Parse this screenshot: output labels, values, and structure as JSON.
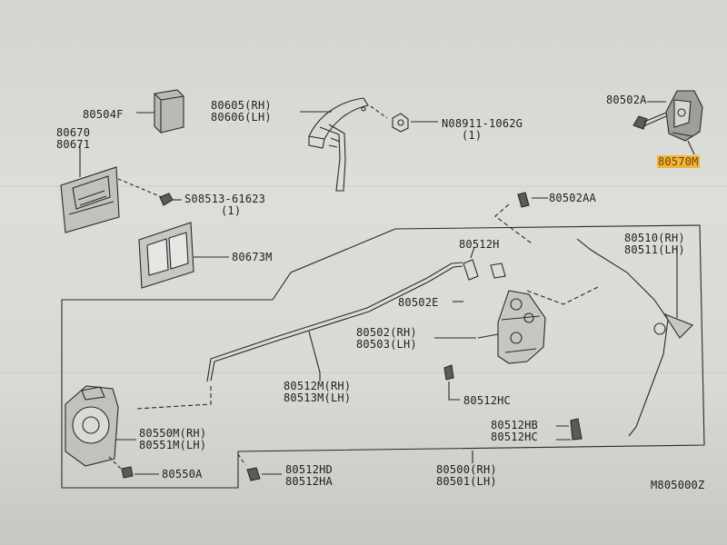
{
  "diagram": {
    "drawing_code": "M805000Z",
    "parts": [
      {
        "id": "p1",
        "lines": [
          "80504F"
        ]
      },
      {
        "id": "p2",
        "lines": [
          "80605(RH)",
          "80606(LH)"
        ]
      },
      {
        "id": "p3",
        "lines": [
          "N08911-1062G",
          "(1)"
        ]
      },
      {
        "id": "p4",
        "lines": [
          "80502A"
        ]
      },
      {
        "id": "p5",
        "lines": [
          "80570M"
        ],
        "highlight": true
      },
      {
        "id": "p6",
        "lines": [
          "80670",
          "80671"
        ]
      },
      {
        "id": "p7",
        "lines": [
          "S08513-61623",
          "(1)"
        ]
      },
      {
        "id": "p8",
        "lines": [
          "80502AA"
        ]
      },
      {
        "id": "p9",
        "lines": [
          "80673M"
        ]
      },
      {
        "id": "p10",
        "lines": [
          "80512H"
        ]
      },
      {
        "id": "p11",
        "lines": [
          "80510(RH)",
          "80511(LH)"
        ]
      },
      {
        "id": "p12",
        "lines": [
          "80502E"
        ]
      },
      {
        "id": "p13",
        "lines": [
          "80502(RH)",
          "80503(LH)"
        ]
      },
      {
        "id": "p14",
        "lines": [
          "80512M(RH)",
          "80513M(LH)"
        ]
      },
      {
        "id": "p15",
        "lines": [
          "80512HC"
        ]
      },
      {
        "id": "p16",
        "lines": [
          "80550M(RH)",
          "80551M(LH)"
        ]
      },
      {
        "id": "p17",
        "lines": [
          "80512HB",
          "80512HC"
        ]
      },
      {
        "id": "p18",
        "lines": [
          "80550A"
        ]
      },
      {
        "id": "p19",
        "lines": [
          "80512HD",
          "80512HA"
        ]
      },
      {
        "id": "p20",
        "lines": [
          "80500(RH)",
          "80501(LH)"
        ]
      }
    ]
  },
  "colors": {
    "paper": "#dcdeda",
    "ink": "#222222",
    "highlight": "#f2b33d"
  }
}
